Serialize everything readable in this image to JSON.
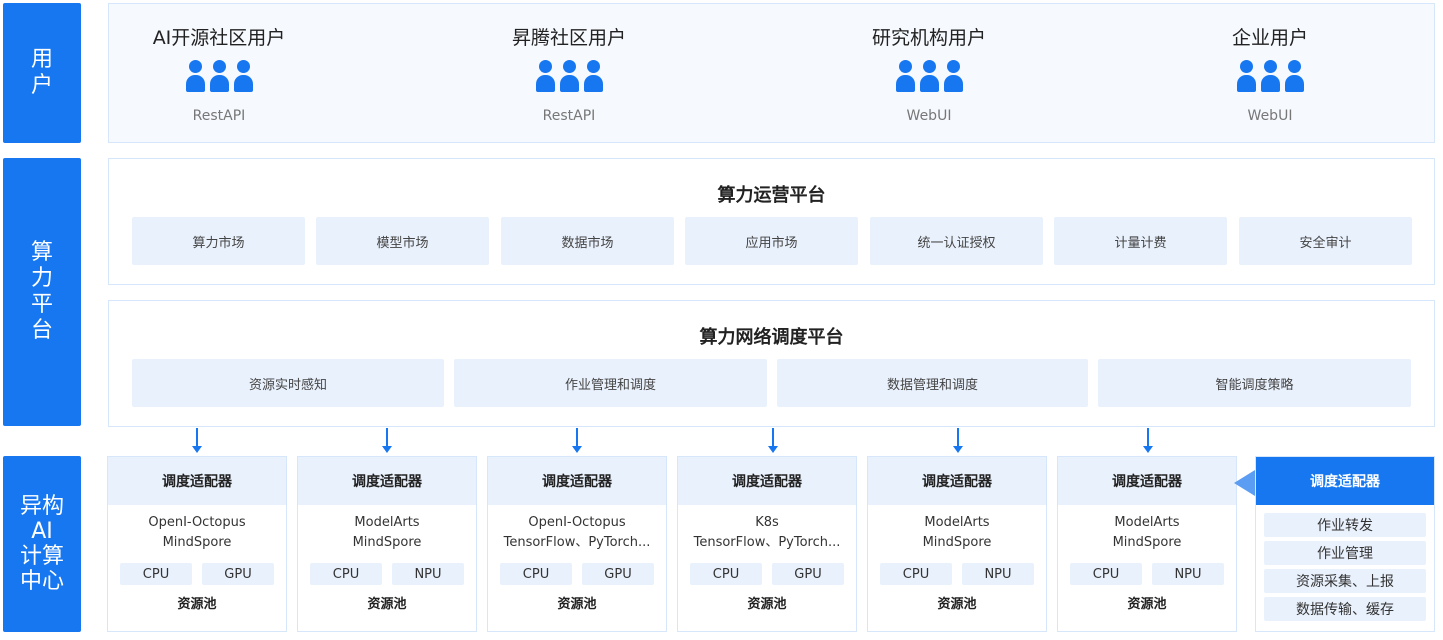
{
  "sidebar": {
    "users": "用\n户",
    "platform": "算\n力\n平\n台",
    "hetero": "异构\nAI\n计算\n中心"
  },
  "users": [
    {
      "title": "AI开源社区用户",
      "access": "RestAPI"
    },
    {
      "title": "昇腾社区用户",
      "access": "RestAPI"
    },
    {
      "title": "研究机构用户",
      "access": "WebUI"
    },
    {
      "title": "企业用户",
      "access": "WebUI"
    }
  ],
  "ops_platform": {
    "title": "算力运营平台",
    "items": [
      "算力市场",
      "模型市场",
      "数据市场",
      "应用市场",
      "统一认证授权",
      "计量计费",
      "安全审计"
    ]
  },
  "sched_platform": {
    "title": "算力网络调度平台",
    "items": [
      "资源实时感知",
      "作业管理和调度",
      "数据管理和调度",
      "智能调度策略"
    ]
  },
  "adapters": [
    {
      "title": "调度适配器",
      "fw1": "OpenI-Octopus",
      "fw2": "MindSpore",
      "r1": "CPU",
      "r2": "GPU",
      "pool": "资源池"
    },
    {
      "title": "调度适配器",
      "fw1": "ModelArts",
      "fw2": "MindSpore",
      "r1": "CPU",
      "r2": "NPU",
      "pool": "资源池"
    },
    {
      "title": "调度适配器",
      "fw1": "OpenI-Octopus",
      "fw2": "TensorFlow、PyTorch...",
      "r1": "CPU",
      "r2": "GPU",
      "pool": "资源池"
    },
    {
      "title": "调度适配器",
      "fw1": "K8s",
      "fw2": "TensorFlow、PyTorch...",
      "r1": "CPU",
      "r2": "GPU",
      "pool": "资源池"
    },
    {
      "title": "调度适配器",
      "fw1": "ModelArts",
      "fw2": "MindSpore",
      "r1": "CPU",
      "r2": "NPU",
      "pool": "资源池"
    },
    {
      "title": "调度适配器",
      "fw1": "ModelArts",
      "fw2": "MindSpore",
      "r1": "CPU",
      "r2": "NPU",
      "pool": "资源池"
    }
  ],
  "adapter_detail": {
    "title": "调度适配器",
    "items": [
      "作业转发",
      "作业管理",
      "资源采集、上报",
      "数据传输、缓存"
    ]
  },
  "colors": {
    "accent": "#1677f0",
    "chip": "#e9f1fc",
    "border": "#d6e6fb"
  }
}
